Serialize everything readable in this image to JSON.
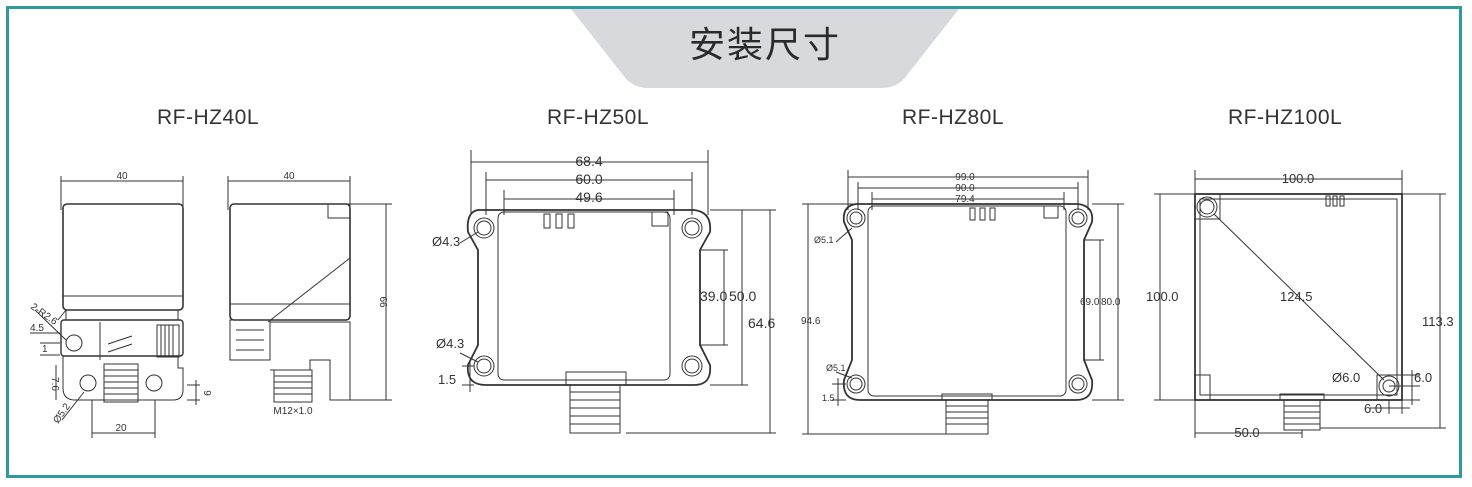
{
  "title": "安装尺寸",
  "models": [
    {
      "name": "RF-HZ40L"
    },
    {
      "name": "RF-HZ50L"
    },
    {
      "name": "RF-HZ80L"
    },
    {
      "name": "RF-HZ100L"
    }
  ],
  "hz40l": {
    "front": {
      "width": "40",
      "r": "2-R2.6",
      "d45": "4.5",
      "d1": "1",
      "d76": "7.6",
      "d52": "Ø5.2",
      "d20": "20"
    },
    "side": {
      "width": "40",
      "height": "66",
      "d9": "9",
      "thread": "M12×1.0"
    }
  },
  "hz50l": {
    "w1": "68.4",
    "w2": "60.0",
    "w3": "49.6",
    "hole1": "Ø4.3",
    "hole2": "Ø4.3",
    "d15": "1.5",
    "h1": "39.0",
    "h2": "50.0",
    "h3": "64.6"
  },
  "hz80l": {
    "w1": "99.0",
    "w2": "90.0",
    "w3": "79.4",
    "hole1": "Ø5.1",
    "hole2": "Ø5.1",
    "d15": "1.5",
    "h_left": "94.6",
    "h1": "69.0",
    "h2": "80.0"
  },
  "hz100l": {
    "w1": "100.0",
    "h_left": "100.0",
    "diag": "124.5",
    "h_right": "113.3",
    "hole": "Ø6.0",
    "d60a": "6.0",
    "d60b": "6.0",
    "w50": "50.0"
  },
  "colors": {
    "frame": "#2e9aa0",
    "banner": "#d7d9dc",
    "line": "#333333"
  }
}
